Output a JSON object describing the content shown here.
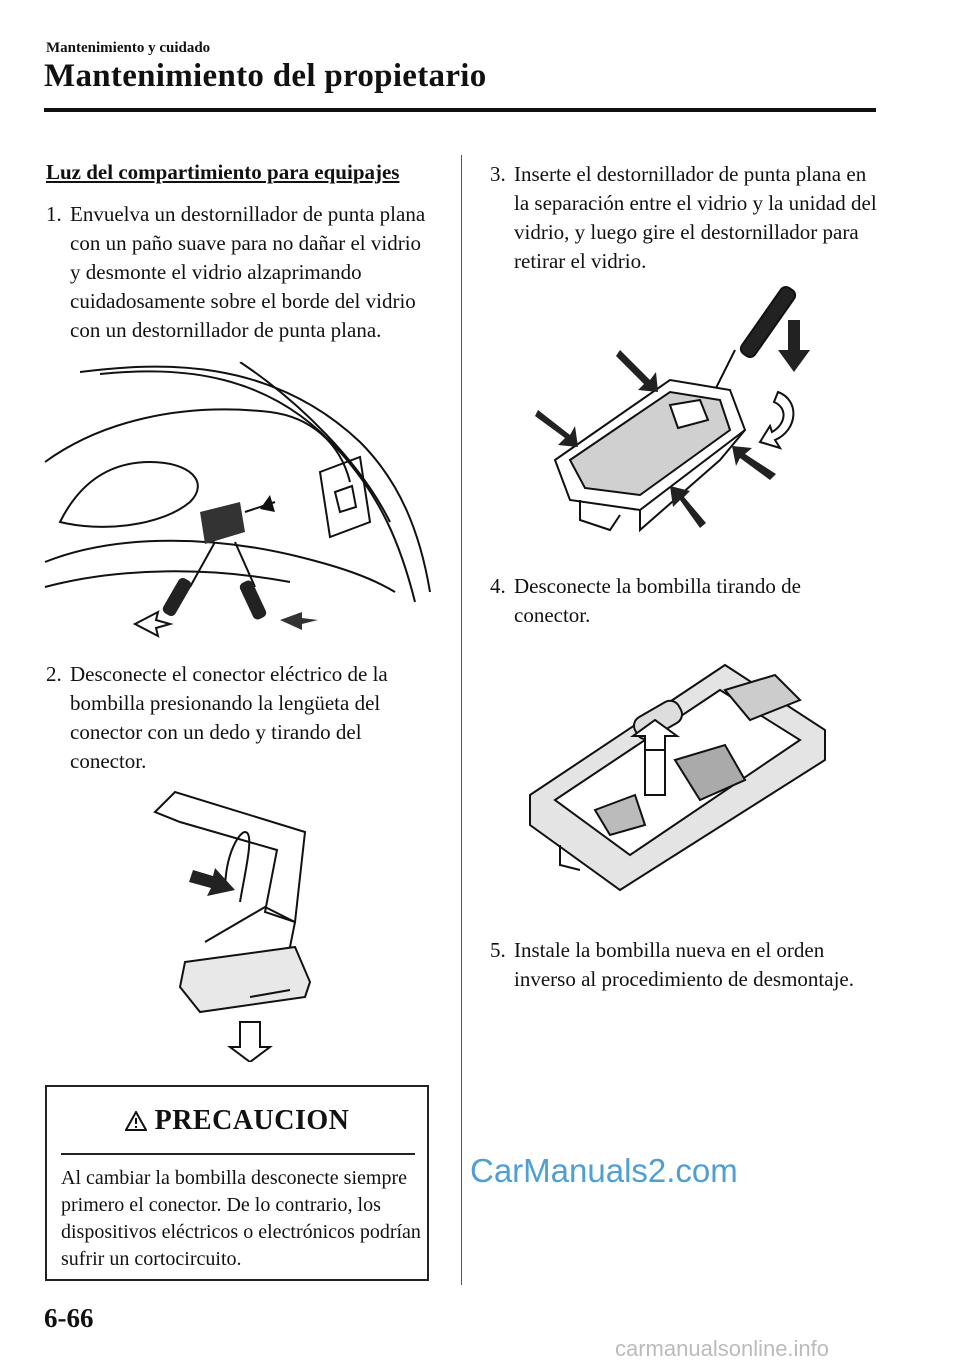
{
  "header": {
    "section": "Mantenimiento y cuidado",
    "title": "Mantenimiento del propietario"
  },
  "section_title": "Luz del compartimiento para equipajes",
  "steps": [
    {
      "num": "1.",
      "text": "Envuelva un destornillador de punta plana con un paño suave para no dañar el vidrio y desmonte el vidrio alzaprimando cuidadosamente sobre el borde del vidrio con un destornillador de punta plana."
    },
    {
      "num": "2.",
      "text": "Desconecte el conector eléctrico de la bombilla presionando la lengüeta del conector con un dedo y tirando del conector."
    },
    {
      "num": "3.",
      "text": "Inserte el destornillador de punta plana en la separación entre el vidrio y la unidad del vidrio, y luego gire el destornillador para retirar el vidrio."
    },
    {
      "num": "4.",
      "text": "Desconecte la bombilla tirando de conector."
    },
    {
      "num": "5.",
      "text": "Instale la bombilla nueva en el orden inverso al procedimiento de desmontaje."
    }
  ],
  "caution": {
    "title": "PRECAUCION",
    "text": "Al cambiar la bombilla desconecte siempre primero el conector. De lo contrario, los dispositivos eléctricos o electrónicos podrían sufrir un cortocircuito."
  },
  "page_number": "6-66",
  "watermark": "CarManuals2.com",
  "footer_watermark": "carmanualsonline.info"
}
